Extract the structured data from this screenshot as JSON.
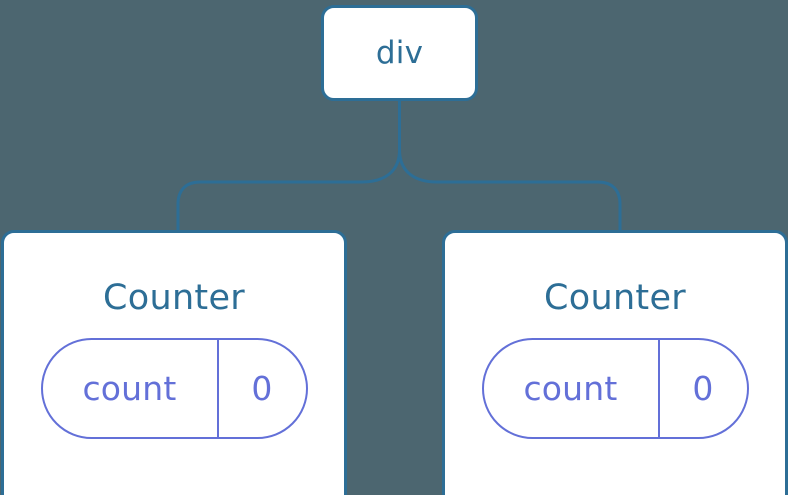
{
  "diagram": {
    "title": "component-tree",
    "background_color": "#4c6670",
    "node_fill_color": "#ffffff",
    "node_border_color": "#2d6e96",
    "node_text_color": "#2d6e96",
    "state_pill_color": "#6370d8",
    "edge_color": "#2d6e96"
  },
  "root": {
    "label": "div"
  },
  "children": [
    {
      "label": "Counter",
      "state": {
        "key": "count",
        "value": "0"
      }
    },
    {
      "label": "Counter",
      "state": {
        "key": "count",
        "value": "0"
      }
    }
  ]
}
